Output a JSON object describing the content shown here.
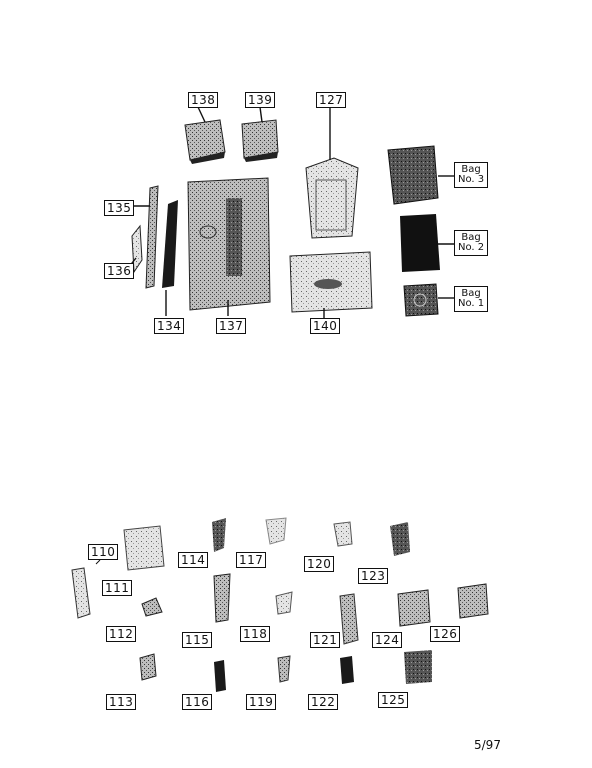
{
  "parts": {
    "p110": "110",
    "p111": "111",
    "p112": "112",
    "p113": "113",
    "p114": "114",
    "p115": "115",
    "p116": "116",
    "p117": "117",
    "p118": "118",
    "p119": "119",
    "p120": "120",
    "p121": "121",
    "p122": "122",
    "p123": "123",
    "p124": "124",
    "p125": "125",
    "p126": "126",
    "p127": "127",
    "p134": "134",
    "p135": "135",
    "p136": "136",
    "p137": "137",
    "p138": "138",
    "p139": "139",
    "p140": "140"
  },
  "bags": {
    "bag3": "Bag\nNo. 3",
    "bag2": "Bag\nNo. 2",
    "bag1": "Bag\nNo. 1"
  },
  "footer": {
    "page": "5/97"
  }
}
